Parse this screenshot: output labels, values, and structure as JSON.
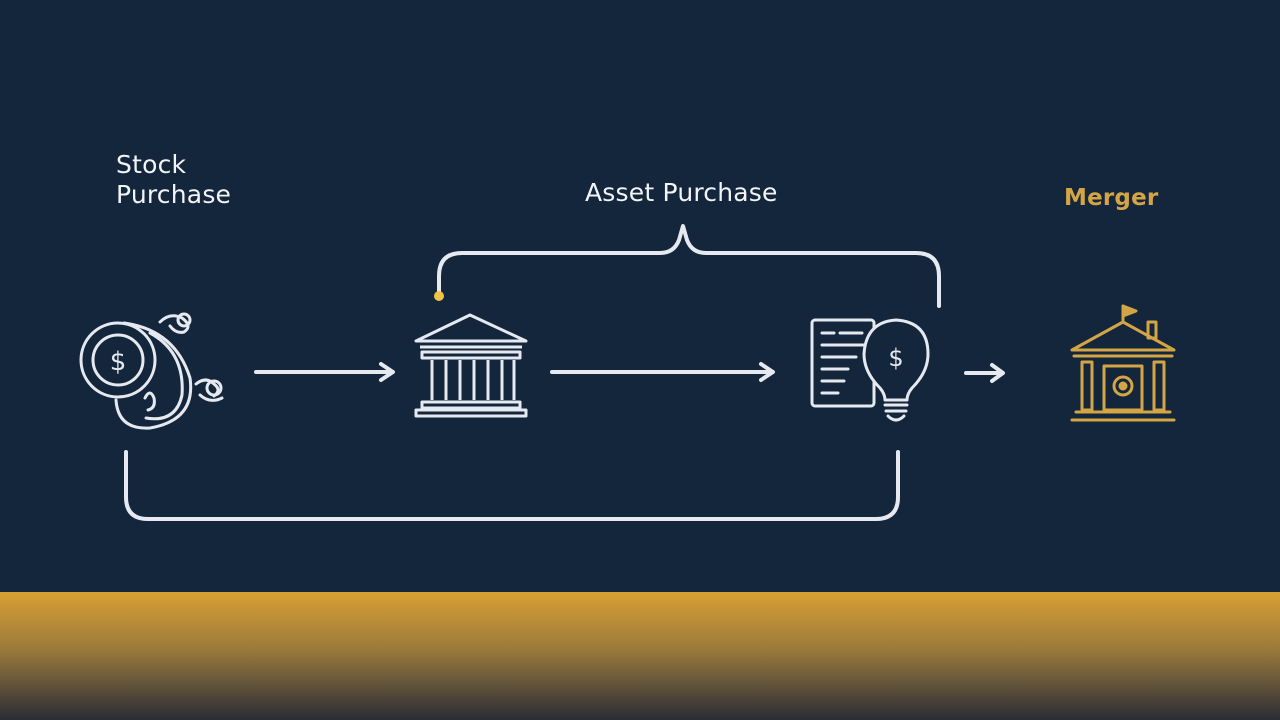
{
  "labels": {
    "stock_line1": "Stock",
    "stock_line2": "Purchase",
    "asset": "Asset Purchase",
    "merger": "Merger"
  },
  "icons": {
    "stock": "coins-dollar-icon",
    "bank": "bank-building-icon",
    "document_idea": "document-lightbulb-icon",
    "merger": "bank-flag-icon"
  },
  "colors": {
    "background": "#14263c",
    "line": "#e6eaf0",
    "text": "#f2f4f7",
    "accent": "#d4a545",
    "band_top": "#d9a032",
    "band_bottom": "#2a2c36"
  }
}
